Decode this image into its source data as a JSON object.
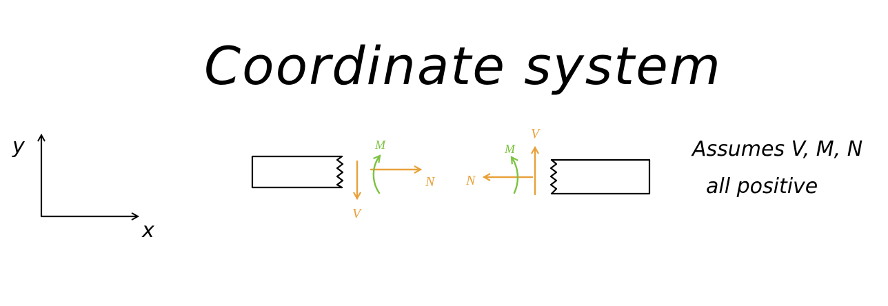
{
  "title": "Coordinate system",
  "axes": {
    "y_label": "y",
    "x_label": "x"
  },
  "left_section": {
    "shear_label": "V",
    "moment_label": "M",
    "normal_label": "N"
  },
  "right_section": {
    "shear_label": "V",
    "moment_label": "M",
    "normal_label": "N"
  },
  "note": {
    "line1": "Assumes V, M, N",
    "line2": "all positive"
  },
  "colors": {
    "ink": "#000000",
    "shear_normal": "#e8a13a",
    "moment": "#7cc241"
  }
}
